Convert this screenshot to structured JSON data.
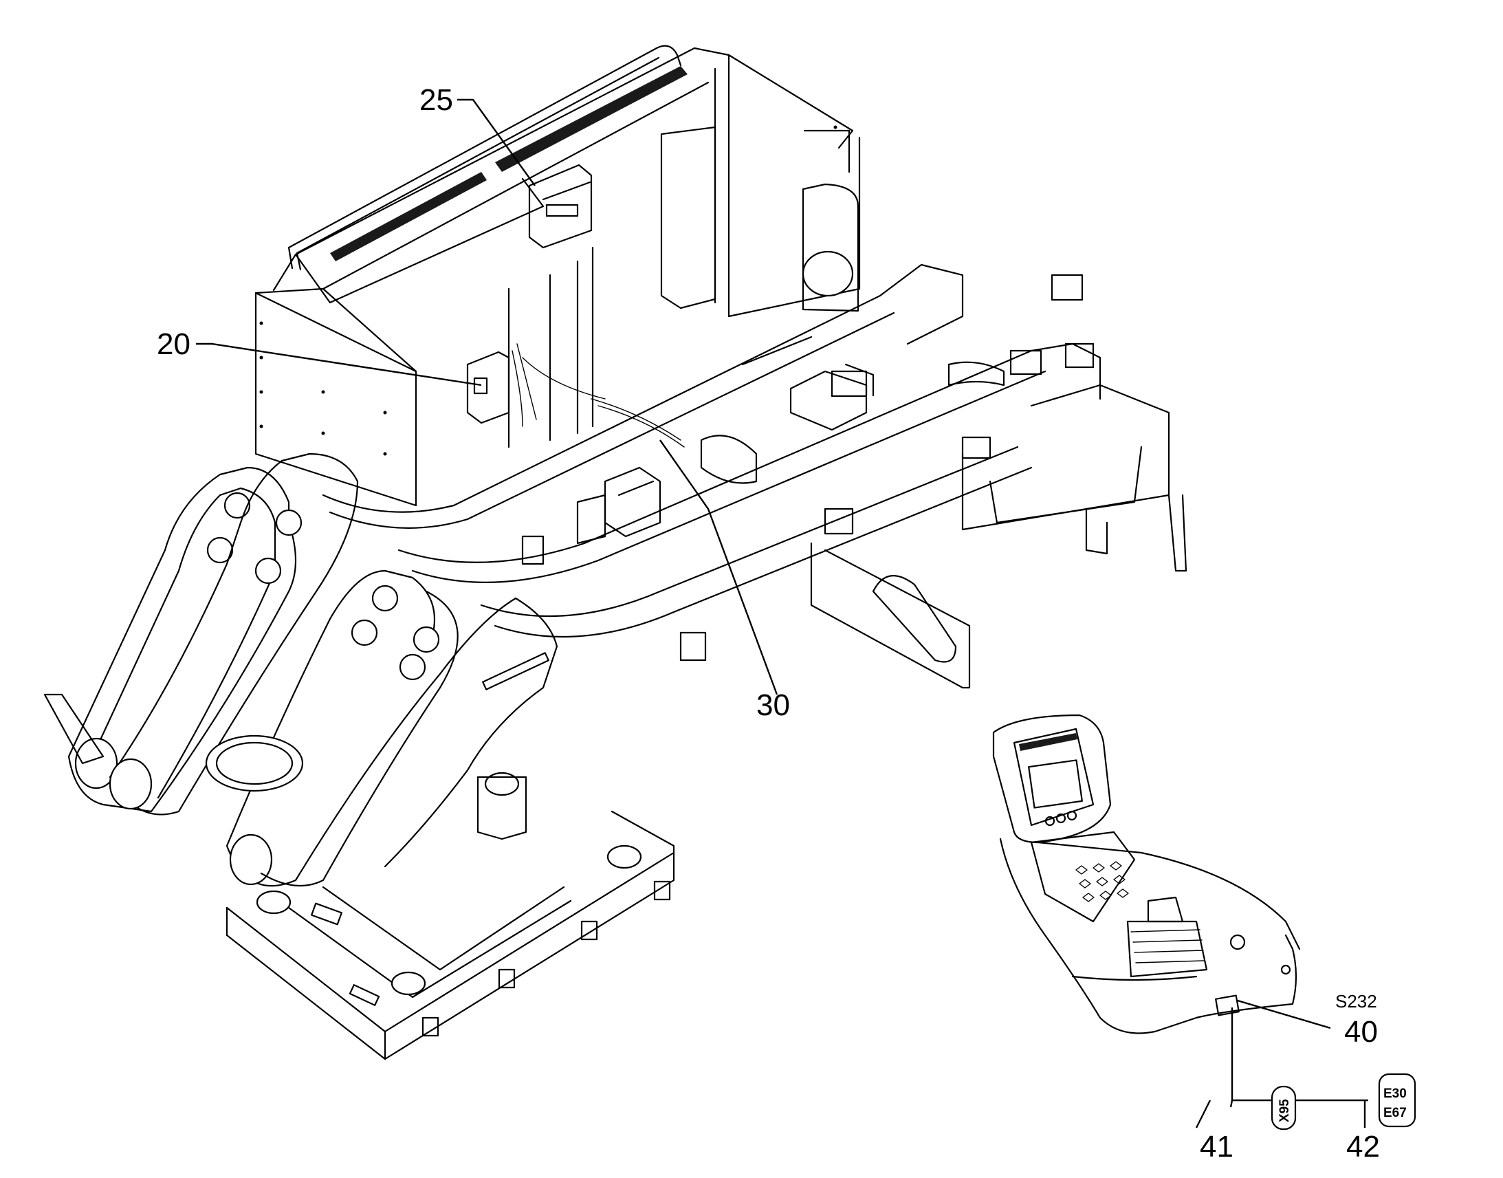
{
  "callouts": {
    "c25": "25",
    "c20": "20",
    "c30": "30",
    "c40": "40",
    "c41": "41",
    "c42": "42"
  },
  "component_label": "S232",
  "connector_label": "X95",
  "wire_tags": {
    "top": "E30",
    "bottom": "E67"
  }
}
